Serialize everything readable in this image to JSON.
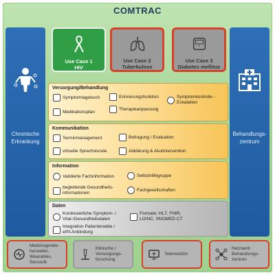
{
  "title": "COMTRAC",
  "left_column": {
    "label_line1": "Chronische",
    "label_line2": "Erkrankung"
  },
  "right_column": {
    "label_line1": "Behandlungs-",
    "label_line2": "zentrum"
  },
  "use_cases": [
    {
      "line1": "Use Case 1",
      "line2": "HIV"
    },
    {
      "line1": "Use Case 2",
      "line2": "Tuberkulose"
    },
    {
      "line1": "Use Case 3",
      "line2": "Diabetes mellitus"
    }
  ],
  "sections": {
    "versorgung": {
      "title": "Versorgung/Behandlung",
      "items": [
        "Symptomtagebuch",
        "Erinnerungsfunktion",
        "Symptomkontrolle -",
        "Eskalation",
        "Medikationsplan",
        "Therapieanpassung"
      ]
    },
    "kommunikation": {
      "title": "Kommunikation",
      "items": [
        "Terminmanagement",
        "Befragung / Evaluation",
        "virtuelle Sprechstunde",
        "Abklärung & Akutintervention"
      ]
    },
    "information": {
      "title": "Information",
      "items": [
        "Validierte Fachinformation",
        "Selbsthilfegruppe",
        "begleitende Gesundheits-",
        "informationen",
        "Fachgesellschaften"
      ]
    },
    "daten": {
      "title": "Daten",
      "items": [
        "Kontinuierliche Symptom- /",
        "Vital-/Gesundheitsdaten",
        "Formate: HL7, FHIR,",
        "LOINC, SNOMED CT",
        "Integration Patientenakte /",
        "ePA Anbindung"
      ]
    }
  },
  "bottom_boxes": [
    {
      "line1": "Medizingeräte-",
      "line2": "hersteller,",
      "line3": "Wearables,",
      "line4": "Sensorik"
    },
    {
      "line1": "Klinische /",
      "line2": "Versorgungs-",
      "line3": "forschung"
    },
    {
      "line1": "Telemedizin"
    },
    {
      "line1": "Netzwerk",
      "line2": "Behandlungs-",
      "line3": "zentren"
    }
  ],
  "colors": {
    "frame_green": "#a9d79a",
    "side_blue": "#1f5aa0",
    "accent_red": "#d8402a",
    "panel_orange": "#fcd98b"
  }
}
